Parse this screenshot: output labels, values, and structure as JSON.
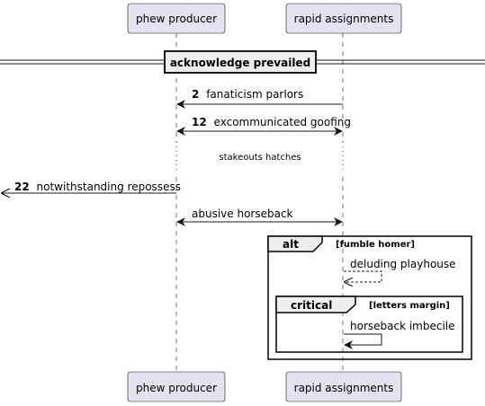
{
  "participants": {
    "left": {
      "name": "phew producer"
    },
    "right": {
      "name": "rapid assignments"
    }
  },
  "divider": {
    "label": "acknowledge prevailed"
  },
  "messages": [
    {
      "num": "2",
      "text": "fanaticism parlors"
    },
    {
      "num": "12",
      "text": "excommunicated goofing"
    },
    {
      "num": "",
      "text": "stakeouts hatches"
    },
    {
      "num": "22",
      "text": "notwithstanding repossess"
    },
    {
      "num": "",
      "text": "abusive horseback"
    },
    {
      "num": "",
      "text": "deluding playhouse"
    },
    {
      "num": "",
      "text": "horseback imbecile"
    }
  ],
  "fragments": {
    "alt": {
      "keyword": "alt",
      "guard": "[fumble homer]"
    },
    "critical": {
      "keyword": "critical",
      "guard": "[letters margin]"
    }
  },
  "colors": {
    "participant_fill": "#E2E2F0",
    "participant_border": "#181818",
    "fragment_header": "#EEEEEE",
    "lifeline": "#181818"
  }
}
